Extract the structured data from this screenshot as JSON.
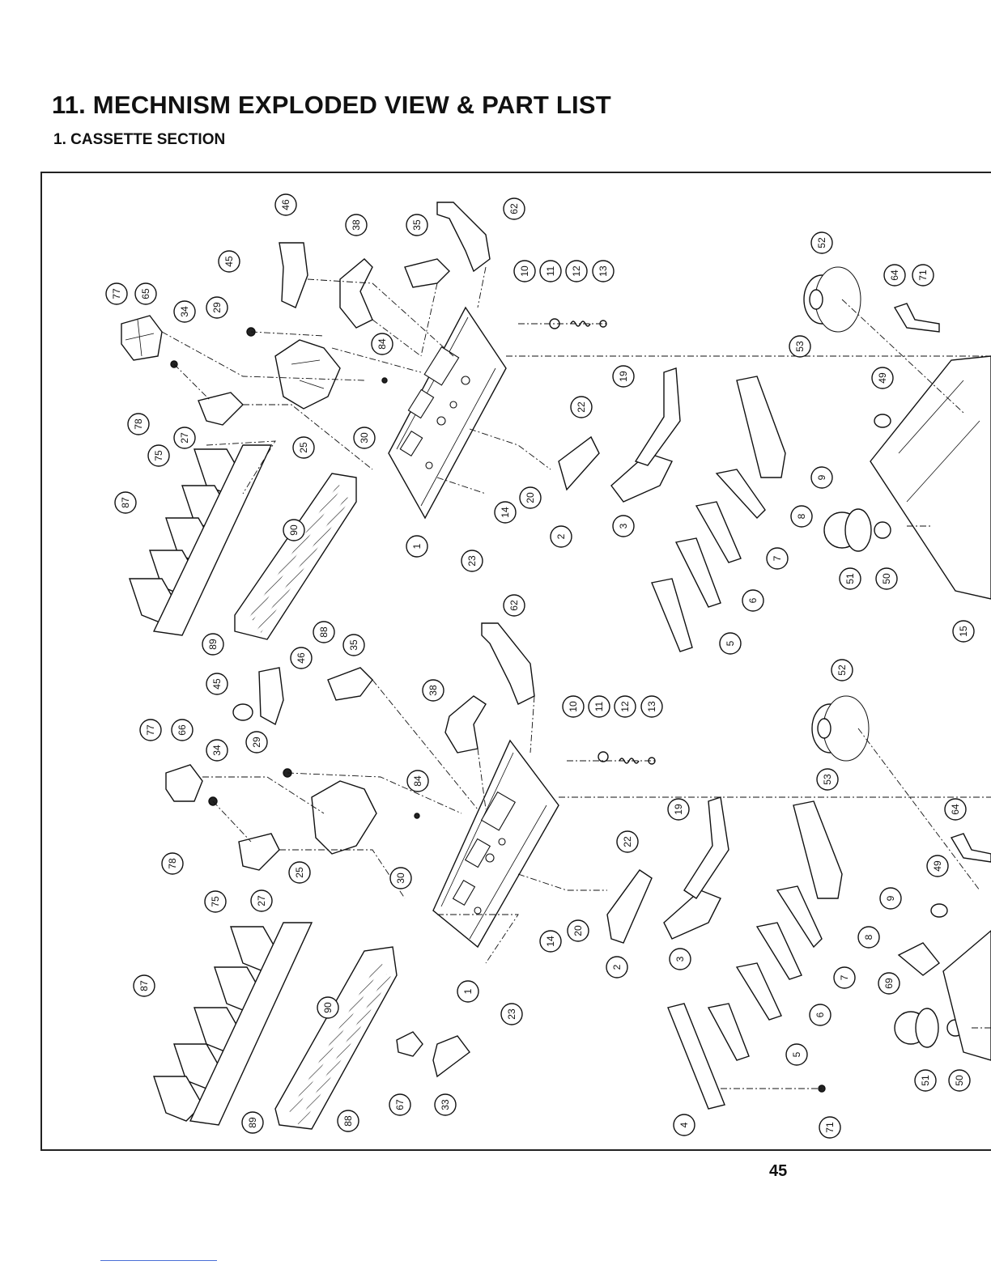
{
  "header": {
    "title": "11. MECHNISM EXPLODED VIEW & PART LIST",
    "section": "1. CASSETTE SECTION"
  },
  "footer": {
    "page_number": "45"
  },
  "diagram": {
    "upper_assembly": {
      "callouts": [
        "1",
        "2",
        "3",
        "5",
        "6",
        "7",
        "8",
        "9",
        "10",
        "11",
        "12",
        "13",
        "14",
        "15",
        "19",
        "20",
        "22",
        "23",
        "25",
        "27",
        "29",
        "30",
        "34",
        "35",
        "38",
        "45",
        "46",
        "49",
        "50",
        "51",
        "52",
        "53",
        "62",
        "64",
        "65",
        "71",
        "75",
        "77",
        "78",
        "84",
        "87",
        "88",
        "89",
        "90"
      ]
    },
    "lower_assembly": {
      "callouts": [
        "1",
        "2",
        "3",
        "4",
        "5",
        "6",
        "7",
        "8",
        "9",
        "10",
        "11",
        "12",
        "13",
        "14",
        "19",
        "20",
        "22",
        "23",
        "25",
        "27",
        "29",
        "30",
        "33",
        "34",
        "35",
        "38",
        "45",
        "46",
        "49",
        "50",
        "51",
        "52",
        "53",
        "62",
        "64",
        "66",
        "67",
        "69",
        "71",
        "75",
        "77",
        "78",
        "84",
        "87",
        "88",
        "89",
        "90"
      ]
    }
  }
}
